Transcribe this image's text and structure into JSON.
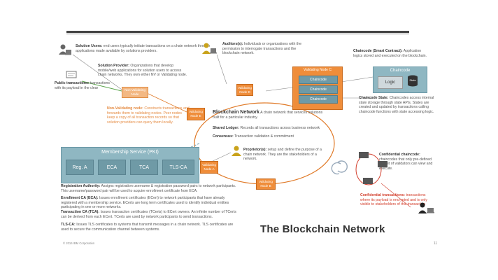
{
  "solution_users": {
    "lead": "Solution Users:",
    "text": "end users typically initiate transactions on a chain network through applications made available by solutions providers."
  },
  "solution_provider": {
    "lead": "Solution Provider:",
    "text": "Organizations that develop mobile/web applications for solution users to access chain networks. They own either NV or Validating node."
  },
  "public_transactions": {
    "lead": "Public transactions:",
    "text": "transactions with its payload in the clear"
  },
  "auditors": {
    "lead": "Auditors(s):",
    "text": "Individuals or organizations with the permission to interrogate transactions and the blockchain network."
  },
  "non_validating_node_desc": {
    "lead": "Non-Validating node:",
    "text": "Constructs transactions and forwards them to validating nodes. Peer nodes keep a copy of all transaction records so that solution providers can query them locally."
  },
  "nodes": {
    "non_validating": "Non-Validating Node",
    "validating_d": "Validating Node D",
    "validating_e": "Validating Node E",
    "validating_a": "Validating Node A",
    "validating_b": "Validating Node B",
    "validating_c": "Validating Node C"
  },
  "chaincode_items": [
    "Chaincode",
    "Chaincode",
    "Chaincode"
  ],
  "chaincode_smart": {
    "lead": "Chaincode (Smart Contract):",
    "text": "Application logics stored and executed on the blockchain."
  },
  "chaincode_box": {
    "title": "Chaincode",
    "logic": "Logic",
    "state": "State"
  },
  "chaincode_state": {
    "lead": "Chaincode State:",
    "text": "Chaincodes access internal state storage through state APIs. States are created and updated by transactions calling chaincode functions with state accessing logic."
  },
  "blockchain_network": {
    "lead": "Blockchain Network",
    "text": "A chain network that services solutions built for a particular industry.",
    "shared_ledger_lead": "Shared Ledger:",
    "shared_ledger_text": "Records all transactions across business network",
    "consensus_lead": "Consensus:",
    "consensus_text": "Transaction validation & commitment"
  },
  "proprietors": {
    "lead": "Proprietor(s):",
    "text": "setup and define the purpose of a chain network. They are the stakeholders of a network."
  },
  "confidential_chaincode": {
    "lead": "Confidential chaincode:",
    "text": "chaincodes that only pre-defined subset of validators can view and execute."
  },
  "confidential_transactions": {
    "lead": "Confidential transactions:",
    "text": "transactions where its payload is encrypted and is only visible to stakeholders of this transaction"
  },
  "pki": {
    "title": "Membership Service (PKI)",
    "buttons": [
      "Reg. A",
      "ECA",
      "TCA",
      "TLS-CA"
    ]
  },
  "registration_authority": {
    "lead": "Registration Authority:",
    "text": "Assigns registration username & registration password pairs to network participants. This username/password pair will be used to acquire enrollment certificate from ECA."
  },
  "enrollment_ca": {
    "lead": "Enrollment CA (ECA):",
    "text": "Issues enrollment certificates (ECert) to network participants that have already registered with a membership service. ECerts are long term certificates used to identify individual entities participating in one or more networks."
  },
  "transaction_ca": {
    "lead": "Transaction CA (TCA):",
    "text": "Issues transaction certificates (TCerts) to ECert owners. An infinite number of TCerts can be derived from each ECert. TCerts are used by network participants to send transactions."
  },
  "tls_ca": {
    "lead": "TLS-CA:",
    "text": "Issues TLS certificates to systems that transmit messages in a chain network. TLS certificates are used to secure the communication channel between systems."
  },
  "slide_title": "The Blockchain Network",
  "copyright": "© 2016 IBM Corporation",
  "page_number": "11",
  "colors": {
    "orange": "#ef8d3a",
    "teal": "#8fb7c2",
    "red": "#d3402e",
    "gray": "#888888"
  }
}
